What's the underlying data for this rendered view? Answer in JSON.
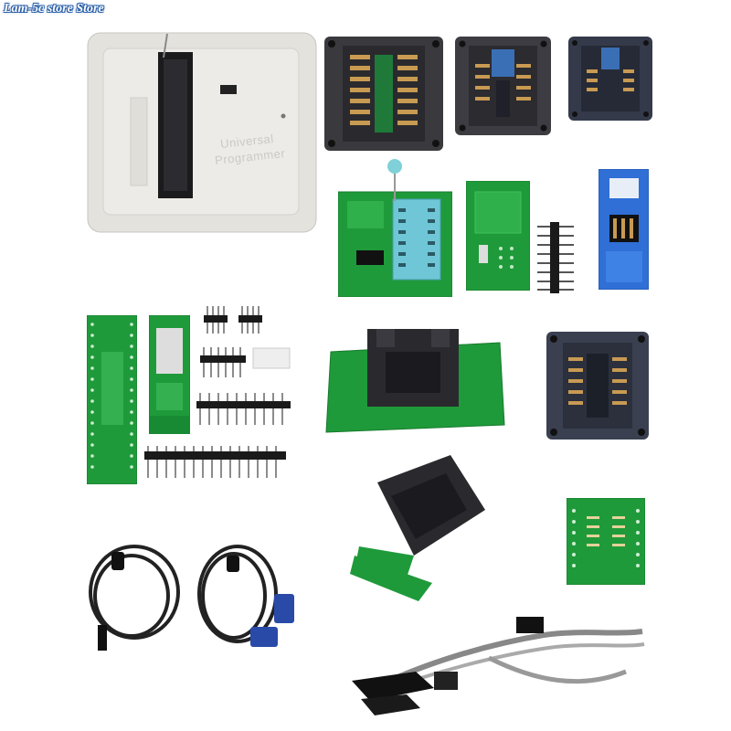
{
  "watermark": {
    "text": "Lam-5c store Store"
  },
  "programmer": {
    "label_line1": "Universal",
    "label_line2": "Programmer"
  },
  "colors": {
    "pcb_green": "#1f9a3a",
    "socket_black": "#2a2a2e",
    "socket_blue": "#3b6fb5",
    "shell_white": "#e6e4df"
  }
}
